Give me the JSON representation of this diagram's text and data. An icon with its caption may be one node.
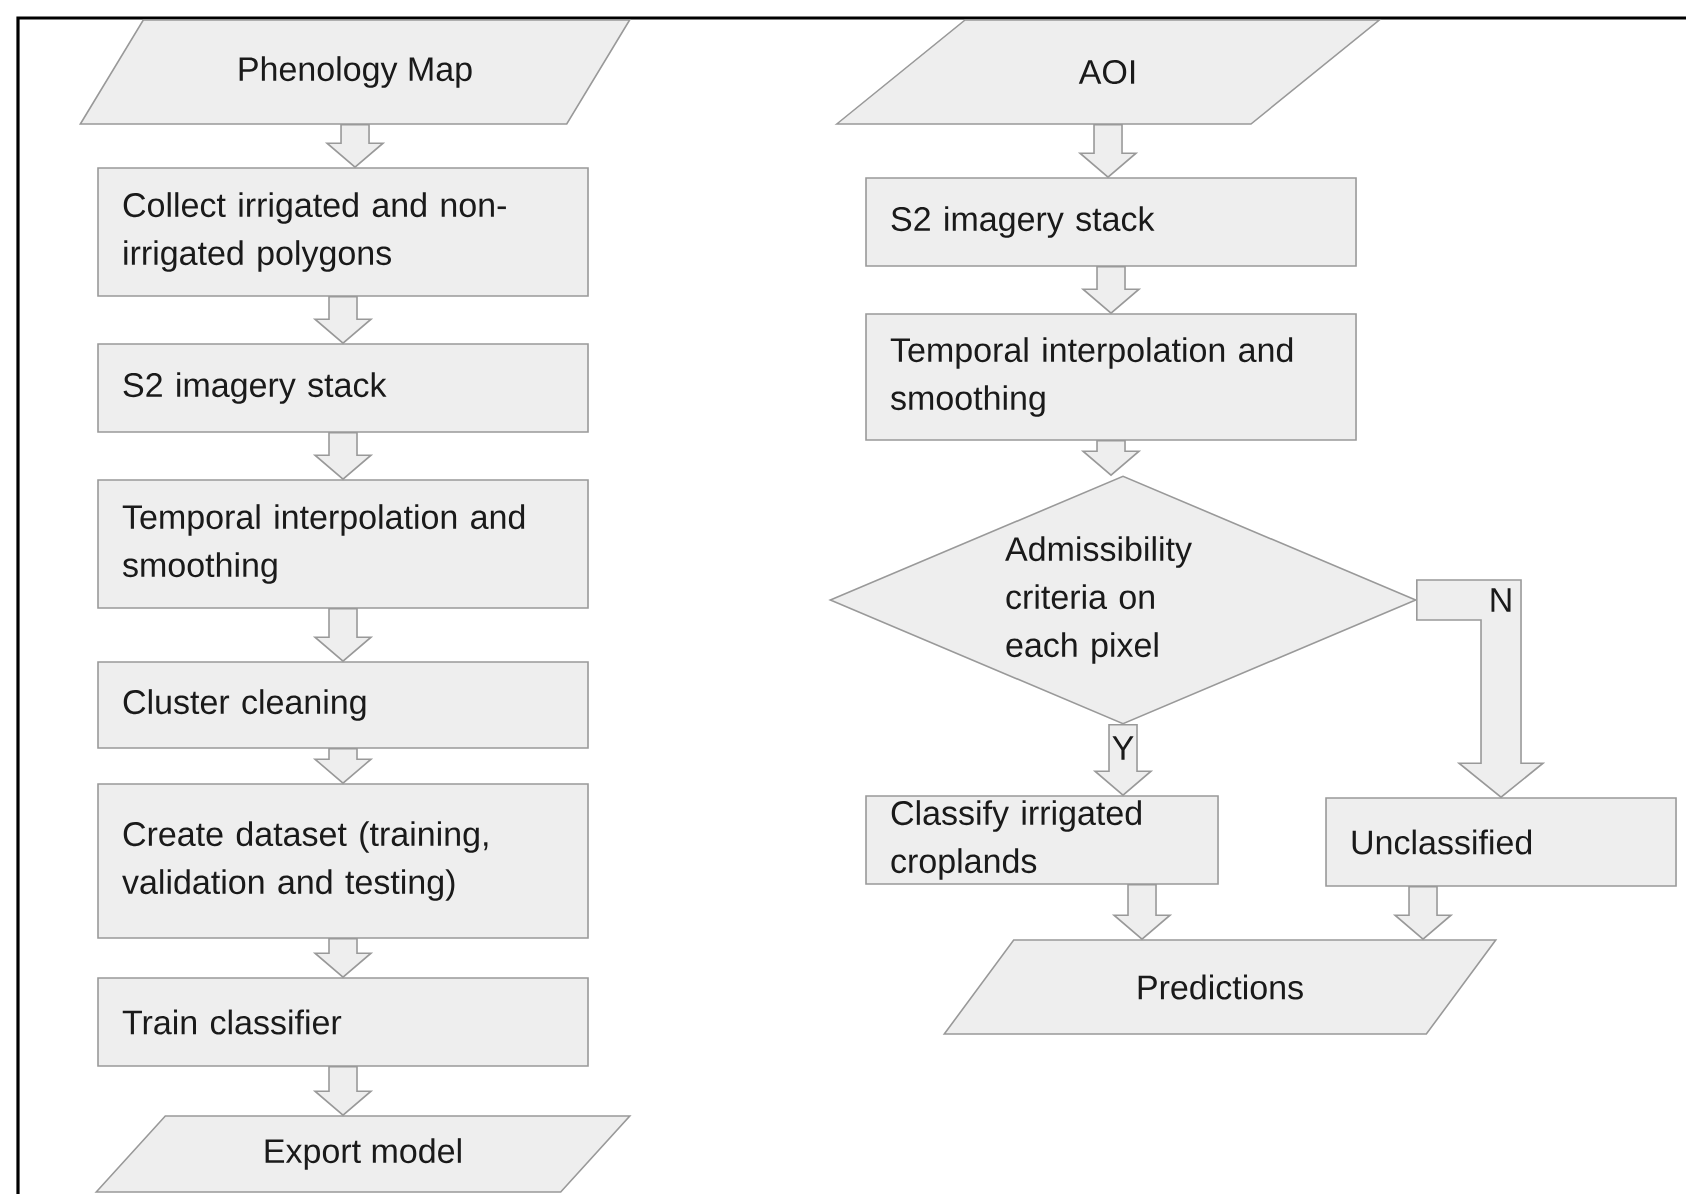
{
  "diagram": {
    "nodes": [
      {
        "text": [
          "Phenology Map"
        ]
      },
      {
        "text": [
          "Collect irrigated and non-irrigated polygons"
        ]
      },
      {
        "text": [
          "S2 imagery stack"
        ]
      },
      {
        "text": [
          "Temporal interpolation and smoothing"
        ]
      },
      {
        "text": [
          "Cluster cleaning"
        ]
      },
      {
        "text": [
          "Create dataset (training, validation and testing)"
        ]
      },
      {
        "text": [
          "Train classifier"
        ]
      },
      {
        "text": [
          "Export model"
        ]
      },
      {
        "text": [
          "AOI"
        ]
      },
      {
        "text": [
          "S2 imagery stack"
        ]
      },
      {
        "text": [
          "Temporal interpolation and smoothing"
        ]
      },
      {
        "text": [
          "Admissibility criteria on each pixel"
        ]
      },
      {
        "text": [
          "Classify irrigated croplands"
        ]
      },
      {
        "text": [
          "Unclassified"
        ]
      },
      {
        "text": [
          "Predictions"
        ]
      }
    ],
    "edges": [
      {
        "from": 0,
        "to": 1,
        "arrow": "to"
      },
      {
        "from": 1,
        "to": 2,
        "arrow": "to"
      },
      {
        "from": 2,
        "to": 3,
        "arrow": "to"
      },
      {
        "from": 3,
        "to": 4,
        "arrow": "to"
      },
      {
        "from": 4,
        "to": 5,
        "arrow": "to"
      },
      {
        "from": 5,
        "to": 6,
        "arrow": "to"
      },
      {
        "from": 6,
        "to": 7,
        "arrow": "to"
      },
      {
        "from": 8,
        "to": 9,
        "arrow": "to"
      },
      {
        "from": 9,
        "to": 10,
        "arrow": "to"
      },
      {
        "from": 10,
        "to": 11,
        "arrow": "to"
      },
      {
        "from": 11,
        "to": 12,
        "arrow": "to",
        "label": "Y"
      },
      {
        "from": 11,
        "to": 13,
        "arrow": "to",
        "label": "N"
      },
      {
        "from": 12,
        "to": 14,
        "arrow": "to"
      },
      {
        "from": 13,
        "to": 14,
        "arrow": "to"
      }
    ]
  }
}
